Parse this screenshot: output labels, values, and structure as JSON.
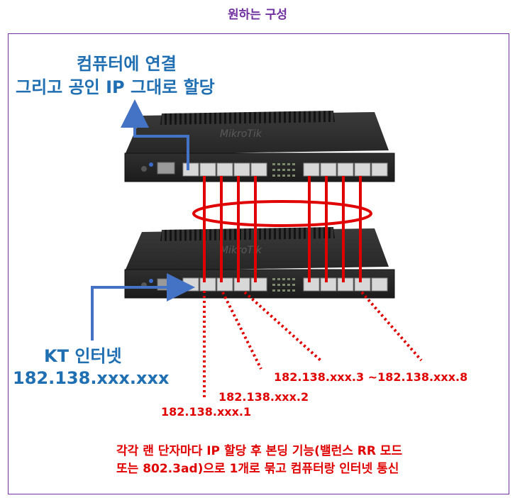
{
  "title": "원하는 구성",
  "labels": {
    "computer_line1": "컴퓨터에 연결",
    "computer_line2": "그리고 공인 IP 그대로 할당",
    "kt_line1": "KT 인터넷",
    "kt_line2": "182.138.xxx.xxx",
    "ip1": "182.138.xxx.1",
    "ip2": "182.138.xxx.2",
    "ip3": "182.138.xxx.3 ~182.138.xxx.8",
    "note_line1": "각각 랜 단자마다 IP 할당 후 본딩 기능(밸런스 RR 모드",
    "note_line2": "또는 802.3ad)으로 1개로 묶고 컴퓨터랑 인터넷 통신"
  },
  "device": {
    "brand": "MikroTik"
  },
  "colors": {
    "accent": "#7030a0",
    "blue": "#1f6fb2",
    "red": "#e00000",
    "arrow": "#4472c4"
  }
}
